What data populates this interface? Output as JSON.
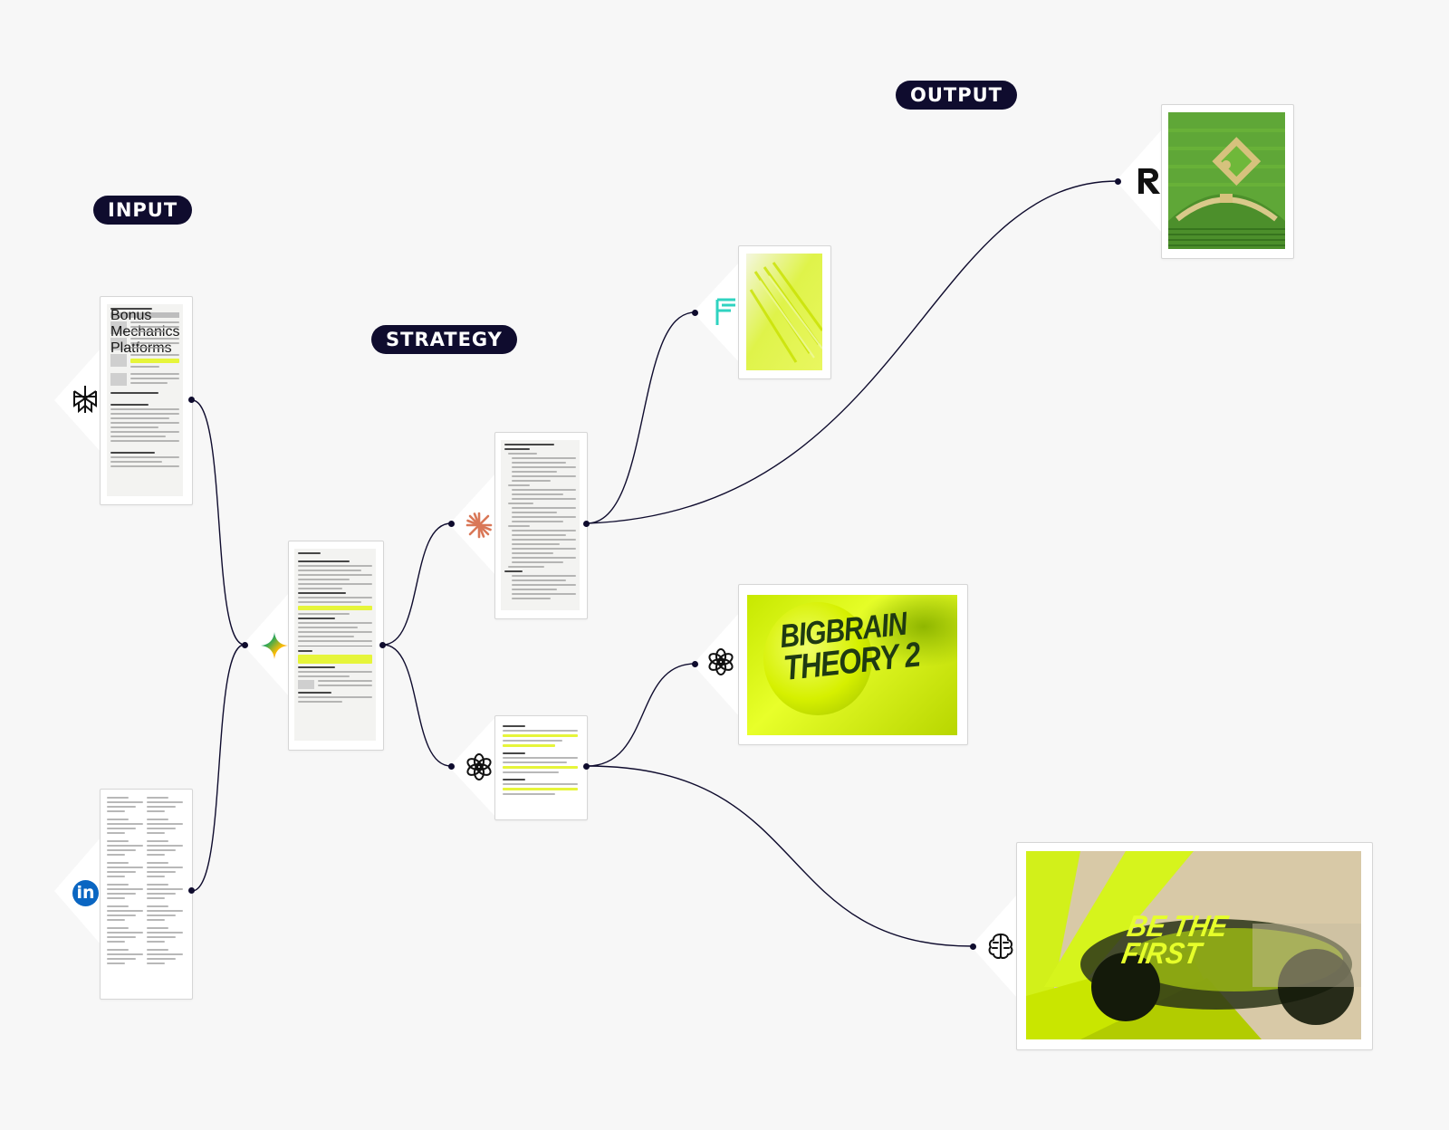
{
  "labels": {
    "input": "INPUT",
    "strategy": "STRATEGY",
    "output": "OUTPUT"
  },
  "nodes": {
    "perplexity": {
      "icon": "perplexity-icon",
      "title": "Bonus Mechanics Platforms"
    },
    "linkedin": {
      "icon": "linkedin-icon",
      "text": "in"
    },
    "gemini": {
      "icon": "gemini-icon"
    },
    "claude": {
      "icon": "claude-icon"
    },
    "chatgpt_strategy": {
      "icon": "openai-icon"
    },
    "freepik": {
      "icon": "freepik-icon"
    },
    "chatgpt_output": {
      "icon": "openai-icon",
      "poster_line1": "BIGBRAIN",
      "poster_line2": "THEORY 2"
    },
    "runway": {
      "icon": "runway-icon"
    },
    "runway_video": {
      "icon": "neural-icon",
      "poster_line1": "BE THE",
      "poster_line2": "FIRST"
    }
  },
  "colors": {
    "accent": "#e6f53a",
    "lime": "#cdf400",
    "navy": "#0f0c2e",
    "field": "#6fb83a"
  }
}
